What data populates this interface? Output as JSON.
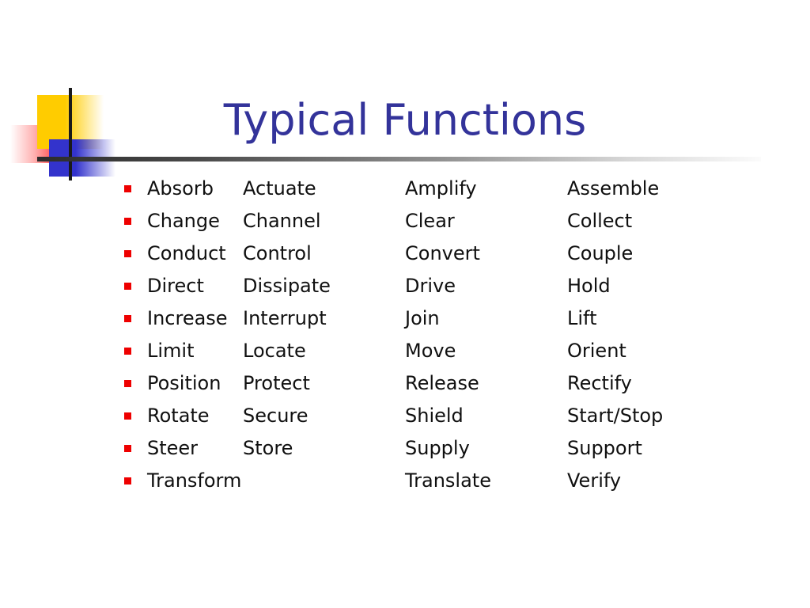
{
  "slide": {
    "title": "Typical Functions",
    "title_color": "#33339a",
    "background_color": "#ffffff",
    "body_text_color": "#101010",
    "bullet_color": "#ee0000",
    "logo": {
      "yellow_color": "#ffcc00",
      "red_color": "#ff2020",
      "blue_color": "#3333cc",
      "line_color": "#1a1a1a"
    }
  },
  "functions": {
    "columns": 4,
    "rows": [
      [
        "Absorb",
        "Actuate",
        "Amplify",
        "Assemble"
      ],
      [
        "Change",
        "Channel",
        "Clear",
        "Collect"
      ],
      [
        "Conduct",
        "Control",
        "Convert",
        "Couple"
      ],
      [
        "Direct",
        "Dissipate",
        "Drive",
        "Hold"
      ],
      [
        "Increase",
        "Interrupt",
        "Join",
        "Lift"
      ],
      [
        "Limit",
        "Locate",
        "Move",
        "Orient"
      ],
      [
        "Position",
        "Protect",
        "Release",
        "Rectify"
      ],
      [
        "Rotate",
        "Secure",
        "Shield",
        "Start/Stop"
      ],
      [
        "Steer",
        "Store",
        "Supply",
        "Support"
      ],
      [
        "Transform",
        "",
        "Translate",
        "Verify"
      ]
    ]
  }
}
